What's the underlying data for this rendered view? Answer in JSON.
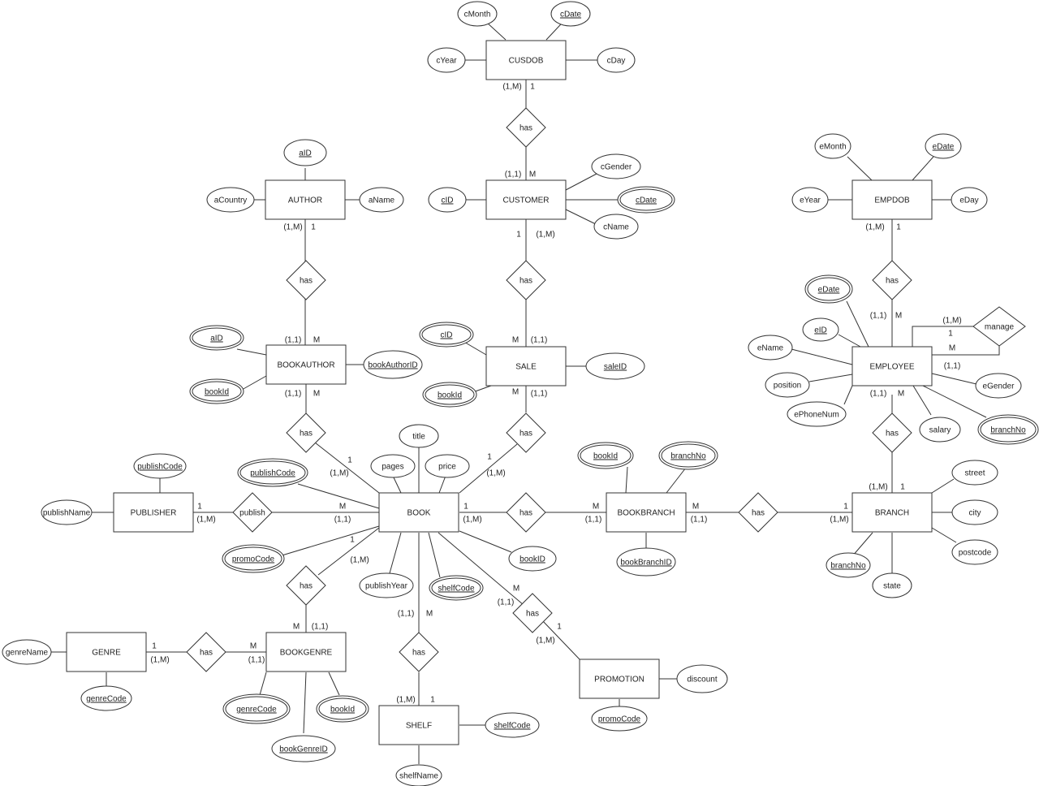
{
  "entities": {
    "cusdob": "CUSDOB",
    "customer": "CUSTOMER",
    "sale": "SALE",
    "author": "AUTHOR",
    "bookauthor": "BOOKAUTHOR",
    "publisher": "PUBLISHER",
    "book": "BOOK",
    "bookbranch": "BOOKBRANCH",
    "branch": "BRANCH",
    "empdob": "EMPDOB",
    "employee": "EMPLOYEE",
    "genre": "GENRE",
    "bookgenre": "BOOKGENRE",
    "shelf": "SHELF",
    "promotion": "PROMOTION"
  },
  "relationships": {
    "has": "has",
    "publish": "publish",
    "manage": "manage"
  },
  "attributes": {
    "cMonth": "cMonth",
    "cDate": "cDate",
    "cYear": "cYear",
    "cDay": "cDay",
    "cGender": "cGender",
    "cID": "cID",
    "cName": "cName",
    "aID": "aID",
    "aCountry": "aCountry",
    "aName": "aName",
    "bookId": "bookId",
    "bookAuthorID": "bookAuthorID",
    "saleID": "saleID",
    "publishCode": "publishCode",
    "publishName": "publishName",
    "title": "title",
    "pages": "pages",
    "price": "price",
    "promoCode": "promoCode",
    "publishYear": "publishYear",
    "shelfCode": "shelfCode",
    "bookID": "bookID",
    "branchNo": "branchNo",
    "bookBranchID": "bookBranchID",
    "eMonth": "eMonth",
    "eDate": "eDate",
    "eYear": "eYear",
    "eDay": "eDay",
    "eID": "eID",
    "eName": "eName",
    "position": "position",
    "ePhoneNum": "ePhoneNum",
    "salary": "salary",
    "eGender": "eGender",
    "street": "street",
    "city": "city",
    "postcode": "postcode",
    "state": "state",
    "genreName": "genreName",
    "genreCode": "genreCode",
    "bookGenreID": "bookGenreID",
    "discount": "discount",
    "shelfName": "shelfName"
  },
  "cardinalities": {
    "one": "1",
    "many": "M",
    "oneOne": "(1,1)",
    "oneMany": "(1,M)"
  }
}
